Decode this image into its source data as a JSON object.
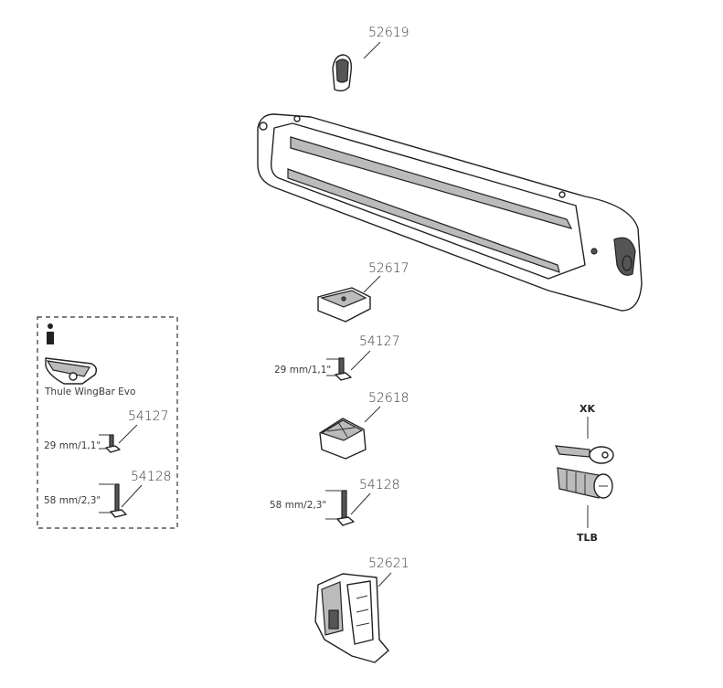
{
  "parts": {
    "knob": "52619",
    "pad_small": "52617",
    "pad_large": "52618",
    "bolt_short": "54127",
    "bolt_long": "54128",
    "bracket": "52621"
  },
  "dimensions": {
    "short": "29 mm/1,1\"",
    "long": "58 mm/2,3\""
  },
  "lock": {
    "key_label": "XK",
    "cylinder_label": "TLB"
  },
  "info_box": {
    "icon": "info-icon",
    "bar_name": "Thule WingBar Evo",
    "bolt_short": "54127",
    "bolt_short_dim": "29 mm/1,1\"",
    "bolt_long": "54128",
    "bolt_long_dim": "58 mm/2,3\""
  }
}
